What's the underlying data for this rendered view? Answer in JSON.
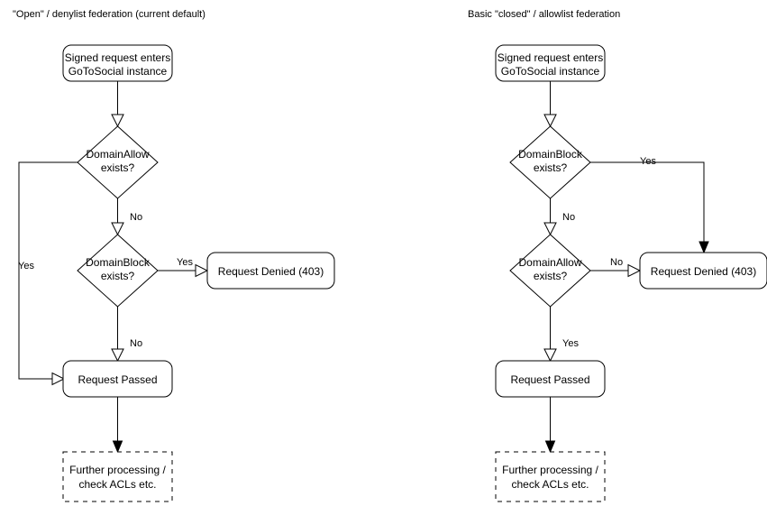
{
  "diagram": {
    "type": "flowchart",
    "background_color": "#ffffff",
    "stroke_color": "#000000",
    "text_color": "#000000",
    "panels": [
      {
        "id": "open-denylist",
        "title": "\"Open\" / denylist federation (current default)",
        "nodes": [
          {
            "id": "start",
            "shape": "rounded-rect",
            "lines": [
              "Signed request enters",
              "GoToSocial instance"
            ]
          },
          {
            "id": "domain-allow",
            "shape": "diamond",
            "lines": [
              "DomainAllow",
              "exists?"
            ]
          },
          {
            "id": "domain-block",
            "shape": "diamond",
            "lines": [
              "DomainBlock",
              "exists?"
            ]
          },
          {
            "id": "request-denied",
            "shape": "rounded-rect",
            "lines": [
              "Request Denied (403)"
            ]
          },
          {
            "id": "request-passed",
            "shape": "rounded-rect",
            "lines": [
              "Request Passed"
            ]
          },
          {
            "id": "further-processing",
            "shape": "dashed-rect",
            "lines": [
              "Further processing /",
              "check ACLs etc."
            ]
          }
        ],
        "edges": [
          {
            "from": "start",
            "to": "domain-allow",
            "label": ""
          },
          {
            "from": "domain-allow",
            "to": "request-passed",
            "label": "Yes"
          },
          {
            "from": "domain-allow",
            "to": "domain-block",
            "label": "No"
          },
          {
            "from": "domain-block",
            "to": "request-denied",
            "label": "Yes"
          },
          {
            "from": "domain-block",
            "to": "request-passed",
            "label": "No"
          },
          {
            "from": "request-passed",
            "to": "further-processing",
            "label": ""
          }
        ]
      },
      {
        "id": "closed-allowlist",
        "title": "Basic \"closed\" / allowlist federation",
        "nodes": [
          {
            "id": "start",
            "shape": "rounded-rect",
            "lines": [
              "Signed request enters",
              "GoToSocial instance"
            ]
          },
          {
            "id": "domain-block",
            "shape": "diamond",
            "lines": [
              "DomainBlock",
              "exists?"
            ]
          },
          {
            "id": "domain-allow",
            "shape": "diamond",
            "lines": [
              "DomainAllow",
              "exists?"
            ]
          },
          {
            "id": "request-denied",
            "shape": "rounded-rect",
            "lines": [
              "Request Denied (403)"
            ]
          },
          {
            "id": "request-passed",
            "shape": "rounded-rect",
            "lines": [
              "Request Passed"
            ]
          },
          {
            "id": "further-processing",
            "shape": "dashed-rect",
            "lines": [
              "Further processing /",
              "check ACLs etc."
            ]
          }
        ],
        "edges": [
          {
            "from": "start",
            "to": "domain-block",
            "label": ""
          },
          {
            "from": "domain-block",
            "to": "request-denied",
            "label": "Yes"
          },
          {
            "from": "domain-block",
            "to": "domain-allow",
            "label": "No"
          },
          {
            "from": "domain-allow",
            "to": "request-denied",
            "label": "No"
          },
          {
            "from": "domain-allow",
            "to": "request-passed",
            "label": "Yes"
          },
          {
            "from": "request-passed",
            "to": "further-processing",
            "label": ""
          }
        ]
      }
    ]
  },
  "left": {
    "title": "\"Open\" / denylist federation (current default)",
    "start_line1": "Signed request enters",
    "start_line2": "GoToSocial instance",
    "d1_line1": "DomainAllow",
    "d1_line2": "exists?",
    "d1_yes": "Yes",
    "d1_no": "No",
    "d2_line1": "DomainBlock",
    "d2_line2": "exists?",
    "d2_yes": "Yes",
    "d2_no": "No",
    "denied": "Request Denied (403)",
    "passed": "Request Passed",
    "further_line1": "Further processing /",
    "further_line2": "check ACLs etc."
  },
  "right": {
    "title": "Basic \"closed\" / allowlist federation",
    "start_line1": "Signed request enters",
    "start_line2": "GoToSocial instance",
    "d1_line1": "DomainBlock",
    "d1_line2": "exists?",
    "d1_yes": "Yes",
    "d1_no": "No",
    "d2_line1": "DomainAllow",
    "d2_line2": "exists?",
    "d2_no": "No",
    "d2_yes": "Yes",
    "denied": "Request Denied (403)",
    "passed": "Request Passed",
    "further_line1": "Further processing /",
    "further_line2": "check ACLs etc."
  }
}
